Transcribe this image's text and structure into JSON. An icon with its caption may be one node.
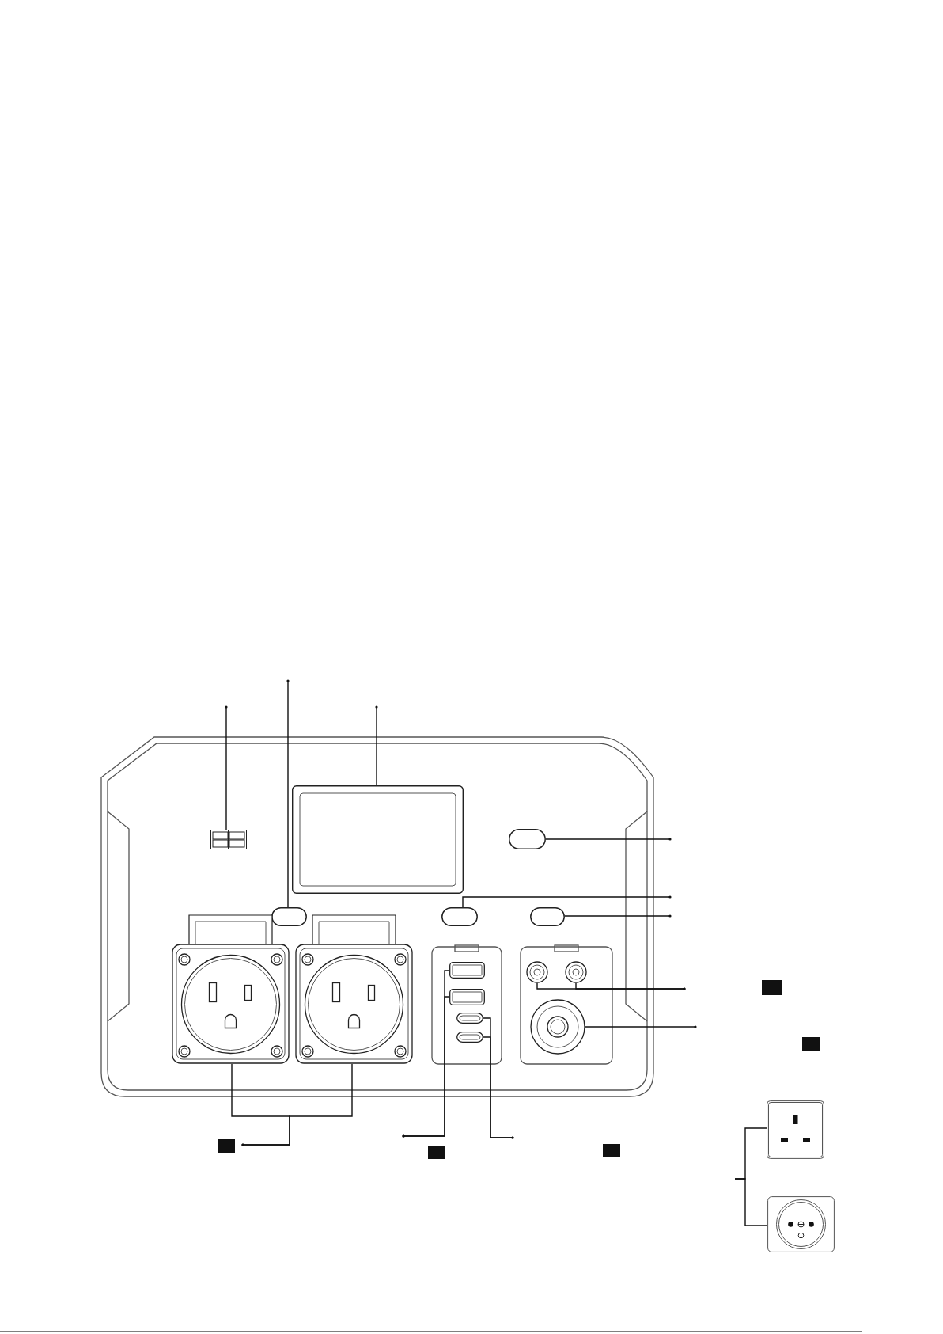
{
  "diagram": {
    "nodes": [
      {
        "text": [],
        "shape": "box"
      },
      {
        "text": [],
        "shape": "button"
      },
      {
        "text": [],
        "shape": "screen"
      },
      {
        "text": [],
        "shape": "button"
      },
      {
        "text": [],
        "shape": "button"
      },
      {
        "text": [],
        "shape": "button"
      },
      {
        "text": [],
        "shape": "socket"
      },
      {
        "text": [],
        "shape": "socket"
      },
      {
        "text": [],
        "shape": "box"
      },
      {
        "text": [],
        "shape": "box"
      },
      {
        "text": [],
        "shape": "box"
      },
      {
        "text": [],
        "shape": "box"
      },
      {
        "text": [],
        "shape": "circle"
      },
      {
        "text": [],
        "shape": "circle"
      },
      {
        "text": [],
        "shape": "circle"
      },
      {
        "text": [],
        "shape": "socket"
      },
      {
        "text": [],
        "shape": "socket"
      }
    ],
    "edges": [
      {
        "from": null,
        "to": 0,
        "arrow": "other"
      },
      {
        "from": null,
        "to": 1,
        "arrow": "other"
      },
      {
        "from": null,
        "to": 2,
        "arrow": "other"
      },
      {
        "from": null,
        "to": 3,
        "arrow": "other"
      },
      {
        "from": null,
        "to": 4,
        "arrow": "other"
      },
      {
        "from": null,
        "to": 5,
        "arrow": "other"
      },
      {
        "from": null,
        "to": 6,
        "arrow": "other"
      },
      {
        "from": null,
        "to": 7,
        "arrow": "other"
      },
      {
        "from": null,
        "to": 8,
        "arrow": "other"
      },
      {
        "from": null,
        "to": 9,
        "arrow": "other"
      },
      {
        "from": null,
        "to": 10,
        "arrow": "other"
      },
      {
        "from": null,
        "to": 11,
        "arrow": "other"
      },
      {
        "from": null,
        "to": 12,
        "arrow": "other"
      },
      {
        "from": null,
        "to": 13,
        "arrow": "other"
      },
      {
        "from": null,
        "to": 14,
        "arrow": "other"
      },
      {
        "from": null,
        "to": 15,
        "arrow": "none"
      },
      {
        "from": null,
        "to": 16,
        "arrow": "none"
      }
    ]
  }
}
